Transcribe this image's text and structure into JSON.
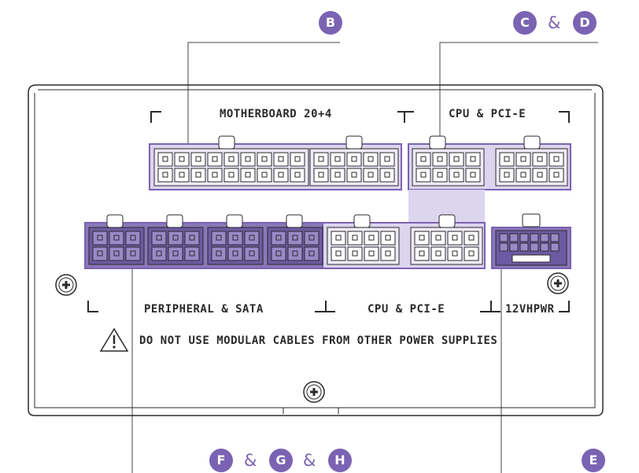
{
  "colors": {
    "accent": "#7a63b3",
    "port_dark": "#8a78b8",
    "port_light": "#dcd5ee",
    "panel_outline": "#2a2a2a",
    "background": "#ffffff"
  },
  "badges": {
    "b": "B",
    "c": "C",
    "d": "D",
    "e": "E",
    "f": "F",
    "g": "G",
    "h": "H",
    "amp": "&"
  },
  "labels": {
    "motherboard": "MOTHERBOARD 20+4",
    "cpu_pcie_top": "CPU & PCI-E",
    "peripheral_sata": "PERIPHERAL & SATA",
    "cpu_pcie_bottom": "CPU & PCI-E",
    "hpwr": "12VHPWR",
    "warning": "DO NOT USE MODULAR CABLES FROM OTHER POWER SUPPLIES"
  },
  "icons": [
    "warning-triangle-icon",
    "screw-icon"
  ]
}
